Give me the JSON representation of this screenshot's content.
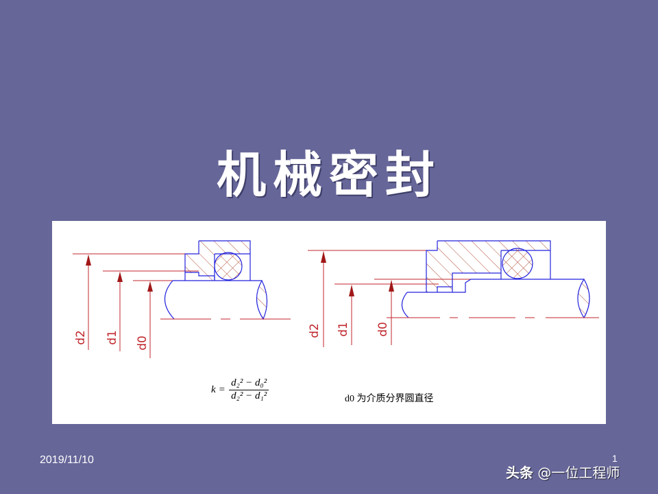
{
  "slide": {
    "title": "机械密封",
    "background_color": "#666699",
    "page_number": "1",
    "date": "2019/11/10"
  },
  "figure": {
    "left_diagram": {
      "labels": [
        "d2",
        "d1",
        "d0"
      ]
    },
    "right_diagram": {
      "labels": [
        "d2",
        "d1",
        "d0"
      ]
    },
    "colors": {
      "outline": "#2222dd",
      "dimension": "#c0262c",
      "hatch": "#b0503a"
    },
    "formula": {
      "lhs": "k",
      "equals": "=",
      "numerator": "d₂² − d₀²",
      "denominator": "d₂² − d₁²"
    },
    "note": "d0 为介质分界圆直径"
  },
  "watermark": {
    "brand": "头条",
    "handle": "@一位工程师"
  }
}
